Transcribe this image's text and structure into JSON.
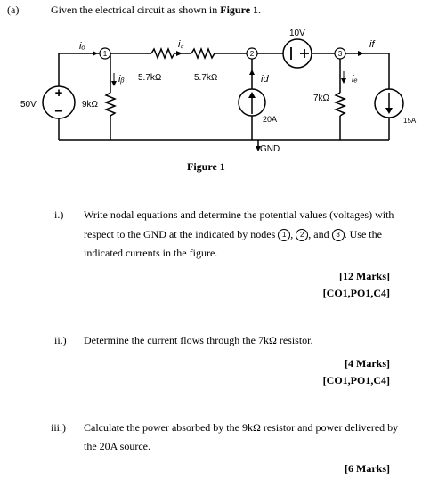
{
  "part": {
    "label": "(a)",
    "text_prefix": "Given the electrical circuit as shown in ",
    "text_bold": "Figure 1",
    "text_suffix": "."
  },
  "circuit": {
    "src_50v": "50V",
    "res_9k": "9kΩ",
    "res_57k_a": "5.7kΩ",
    "res_57k_b": "5.7kΩ",
    "src_10v": "10V",
    "res_7k": "7kΩ",
    "src_20a": "20A",
    "src_15a": "15A",
    "gnd": "GND",
    "node1": "1",
    "node2": "2",
    "node3": "3",
    "cur_io": "iₒ",
    "cur_ib": "iᵦ",
    "cur_ic": "i꜀",
    "cur_id": "id",
    "cur_ie": "iₑ",
    "cur_if": "if"
  },
  "figure_caption": "Figure 1",
  "questions": [
    {
      "num": "i.)",
      "line1": "Write nodal equations and determine the potential values (voltages) with",
      "line2_prefix": "respect to the GND at the indicated by nodes",
      "n1": "1",
      "n2": "2",
      "n3": "3",
      "and": ", and",
      "line2_suffix": ". Use the",
      "line3": "indicated currents in the figure.",
      "marks": "[12 Marks]",
      "co": "[CO1,PO1,C4]"
    },
    {
      "num": "ii.)",
      "line1": "Determine the current flows through the 7kΩ resistor.",
      "marks": "[4 Marks]",
      "co": "[CO1,PO1,C4]"
    },
    {
      "num": "iii.)",
      "line1": "Calculate the power absorbed by the 9kΩ resistor and power delivered by",
      "line2": "the 20A source.",
      "marks": "[6 Marks]"
    }
  ]
}
